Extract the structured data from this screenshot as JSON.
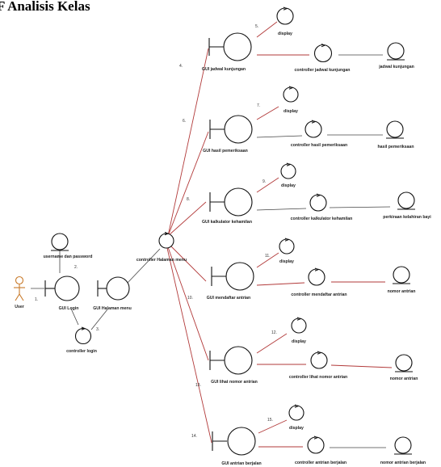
{
  "header": "F Analisis Kelas",
  "actor": {
    "label": "User",
    "icon": "actor-icon"
  },
  "entities": {
    "login": "username dan password",
    "jadwal": "jadwal kunjungan",
    "hasil": "hasil pemeriksaan",
    "kalkulator": "perkiraan kelahiran bayi",
    "antrian": "nomor antrian",
    "lihat": "nomor antrian",
    "berjalan": "nomor antrian berjalan"
  },
  "boundaries": {
    "login": "GUI Login",
    "menu": "GUI Halaman menu",
    "jadwal": "GUI jadwal kunjungan",
    "hasil": "GUI hasil pemeriksaan",
    "kalkulator": "GUI kalkulator kehamilan",
    "antrian": "GUI mendaftar antrian",
    "lihat": "GUI lihat nomor antrian",
    "berjalan": "GUI antrian berjalan"
  },
  "controllers": {
    "login": "controller login",
    "menu": "controller Halaman menu",
    "jadwal": "controller jadwal kunjungan",
    "hasil": "controller hasil pemeriksaan",
    "kalkulator": "controller kalkulator kehamilan",
    "antrian": "controller mendaftar antrian",
    "lihat": "controller lihat nomor antrian",
    "berjalan": "controller antrian berjalan"
  },
  "display_label": "display",
  "step_numbers": {
    "s1": "1.",
    "s2": "2.",
    "s3": "3.",
    "s4": "4.",
    "s5": "5.",
    "s6": "6.",
    "s7": "7.",
    "s8": "8.",
    "s9": "9.",
    "s10": "10.",
    "s11": "11.",
    "s12": "12.",
    "s13": "13.",
    "s14": "14.",
    "s15": "15."
  }
}
